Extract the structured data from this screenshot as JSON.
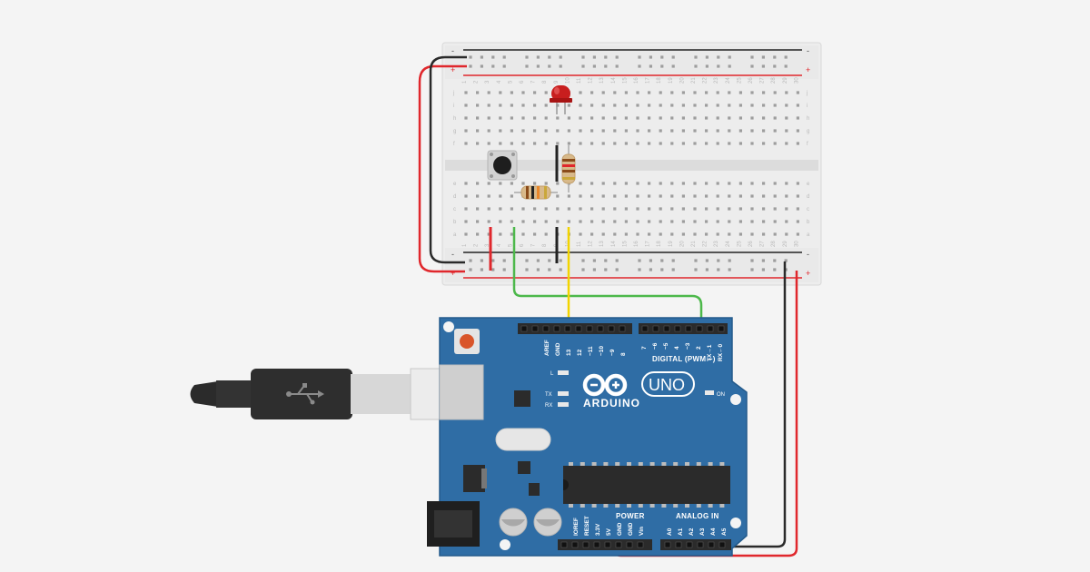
{
  "breadboard": {
    "rail_minus": "-",
    "rail_plus": "+",
    "row_labels_top": [
      "j",
      "i",
      "h",
      "g",
      "f"
    ],
    "row_labels_bottom": [
      "e",
      "d",
      "c",
      "b",
      "a"
    ],
    "column_count": 30
  },
  "arduino": {
    "brand": "ARDUINO",
    "model": "UNO",
    "digital_label": "DIGITAL (PWM ~)",
    "power_label": "POWER",
    "analog_label": "ANALOG IN",
    "on_label": "ON",
    "led_l": "L",
    "led_tx": "TX",
    "led_rx": "RX",
    "top_pins_left": [
      "AREF",
      "GND",
      "13",
      "12",
      "~11",
      "~10",
      "~9",
      "8"
    ],
    "top_pins_right": [
      "7",
      "~6",
      "~5",
      "4",
      "~3",
      "2",
      "TX→1",
      "RX←0"
    ],
    "power_pins": [
      "IOREF",
      "RESET",
      "3.3V",
      "5V",
      "GND",
      "GND",
      "Vin"
    ],
    "analog_pins": [
      "A0",
      "A1",
      "A2",
      "A3",
      "A4",
      "A5"
    ]
  },
  "colors": {
    "board": "#2f6da5",
    "board_edge": "#245b8c",
    "wire_red": "#e0272c",
    "wire_black": "#2a2a2a",
    "wire_green": "#4cb84a",
    "wire_yellow": "#f2d400",
    "led_red": "#c81e1e"
  },
  "icons": {
    "usb_plug": "usb-plug-icon",
    "usb_symbol": "usb-symbol-icon",
    "reset_button": "reset-button-icon",
    "push_button": "push-button-icon"
  }
}
